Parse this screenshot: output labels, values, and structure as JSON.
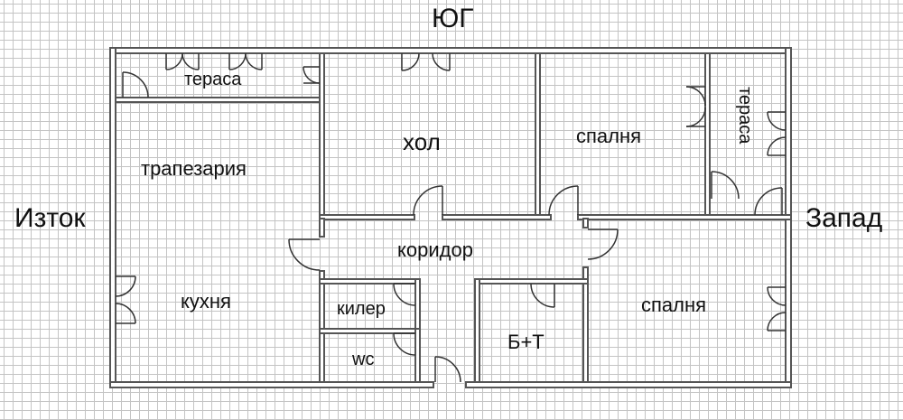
{
  "compass": {
    "south": "ЮГ",
    "east": "Изток",
    "west": "Запад"
  },
  "rooms": {
    "terrace_top": "тераса",
    "hall": "хол",
    "bedroom_top": "спалня",
    "terrace_right": "тераса",
    "dining": "трапезария",
    "corridor": "коридор",
    "kitchen": "кухня",
    "pantry": "килер",
    "wc": "wc",
    "bathroom": "Б+Т",
    "bedroom_bottom": "спалня"
  },
  "colors": {
    "wall": "#555555",
    "wall_fill": "#ffffff",
    "grid": "#c4c4c4",
    "text": "#111111"
  }
}
